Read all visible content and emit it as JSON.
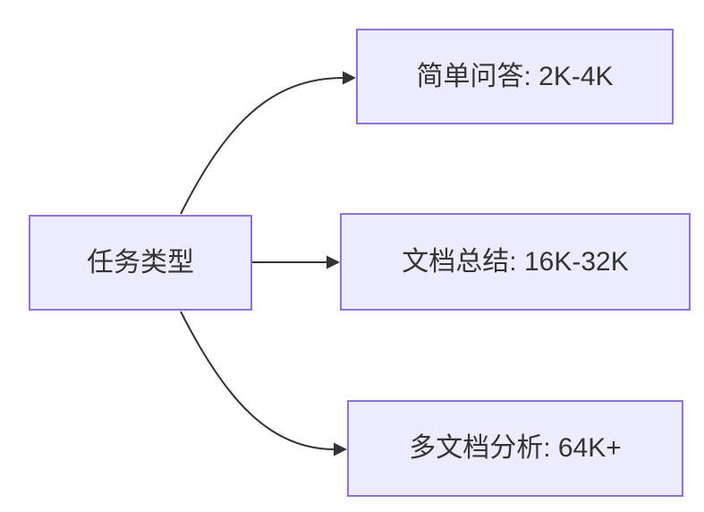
{
  "diagram": {
    "type": "flowchart",
    "direction": "left-to-right",
    "root": {
      "label": "任务类型"
    },
    "branches": [
      {
        "label": "简单问答: 2K-4K"
      },
      {
        "label": "文档总结: 16K-32K"
      },
      {
        "label": "多文档分析: 64K+"
      }
    ],
    "edges": [
      {
        "from": "任务类型",
        "to": "简单问答: 2K-4K"
      },
      {
        "from": "任务类型",
        "to": "文档总结: 16K-32K"
      },
      {
        "from": "任务类型",
        "to": "多文档分析: 64K+"
      }
    ],
    "colors": {
      "background": "#ffffff",
      "node_fill": "#ECECFF",
      "node_border": "#9370DB",
      "edge": "#333333",
      "text": "#333333"
    }
  }
}
